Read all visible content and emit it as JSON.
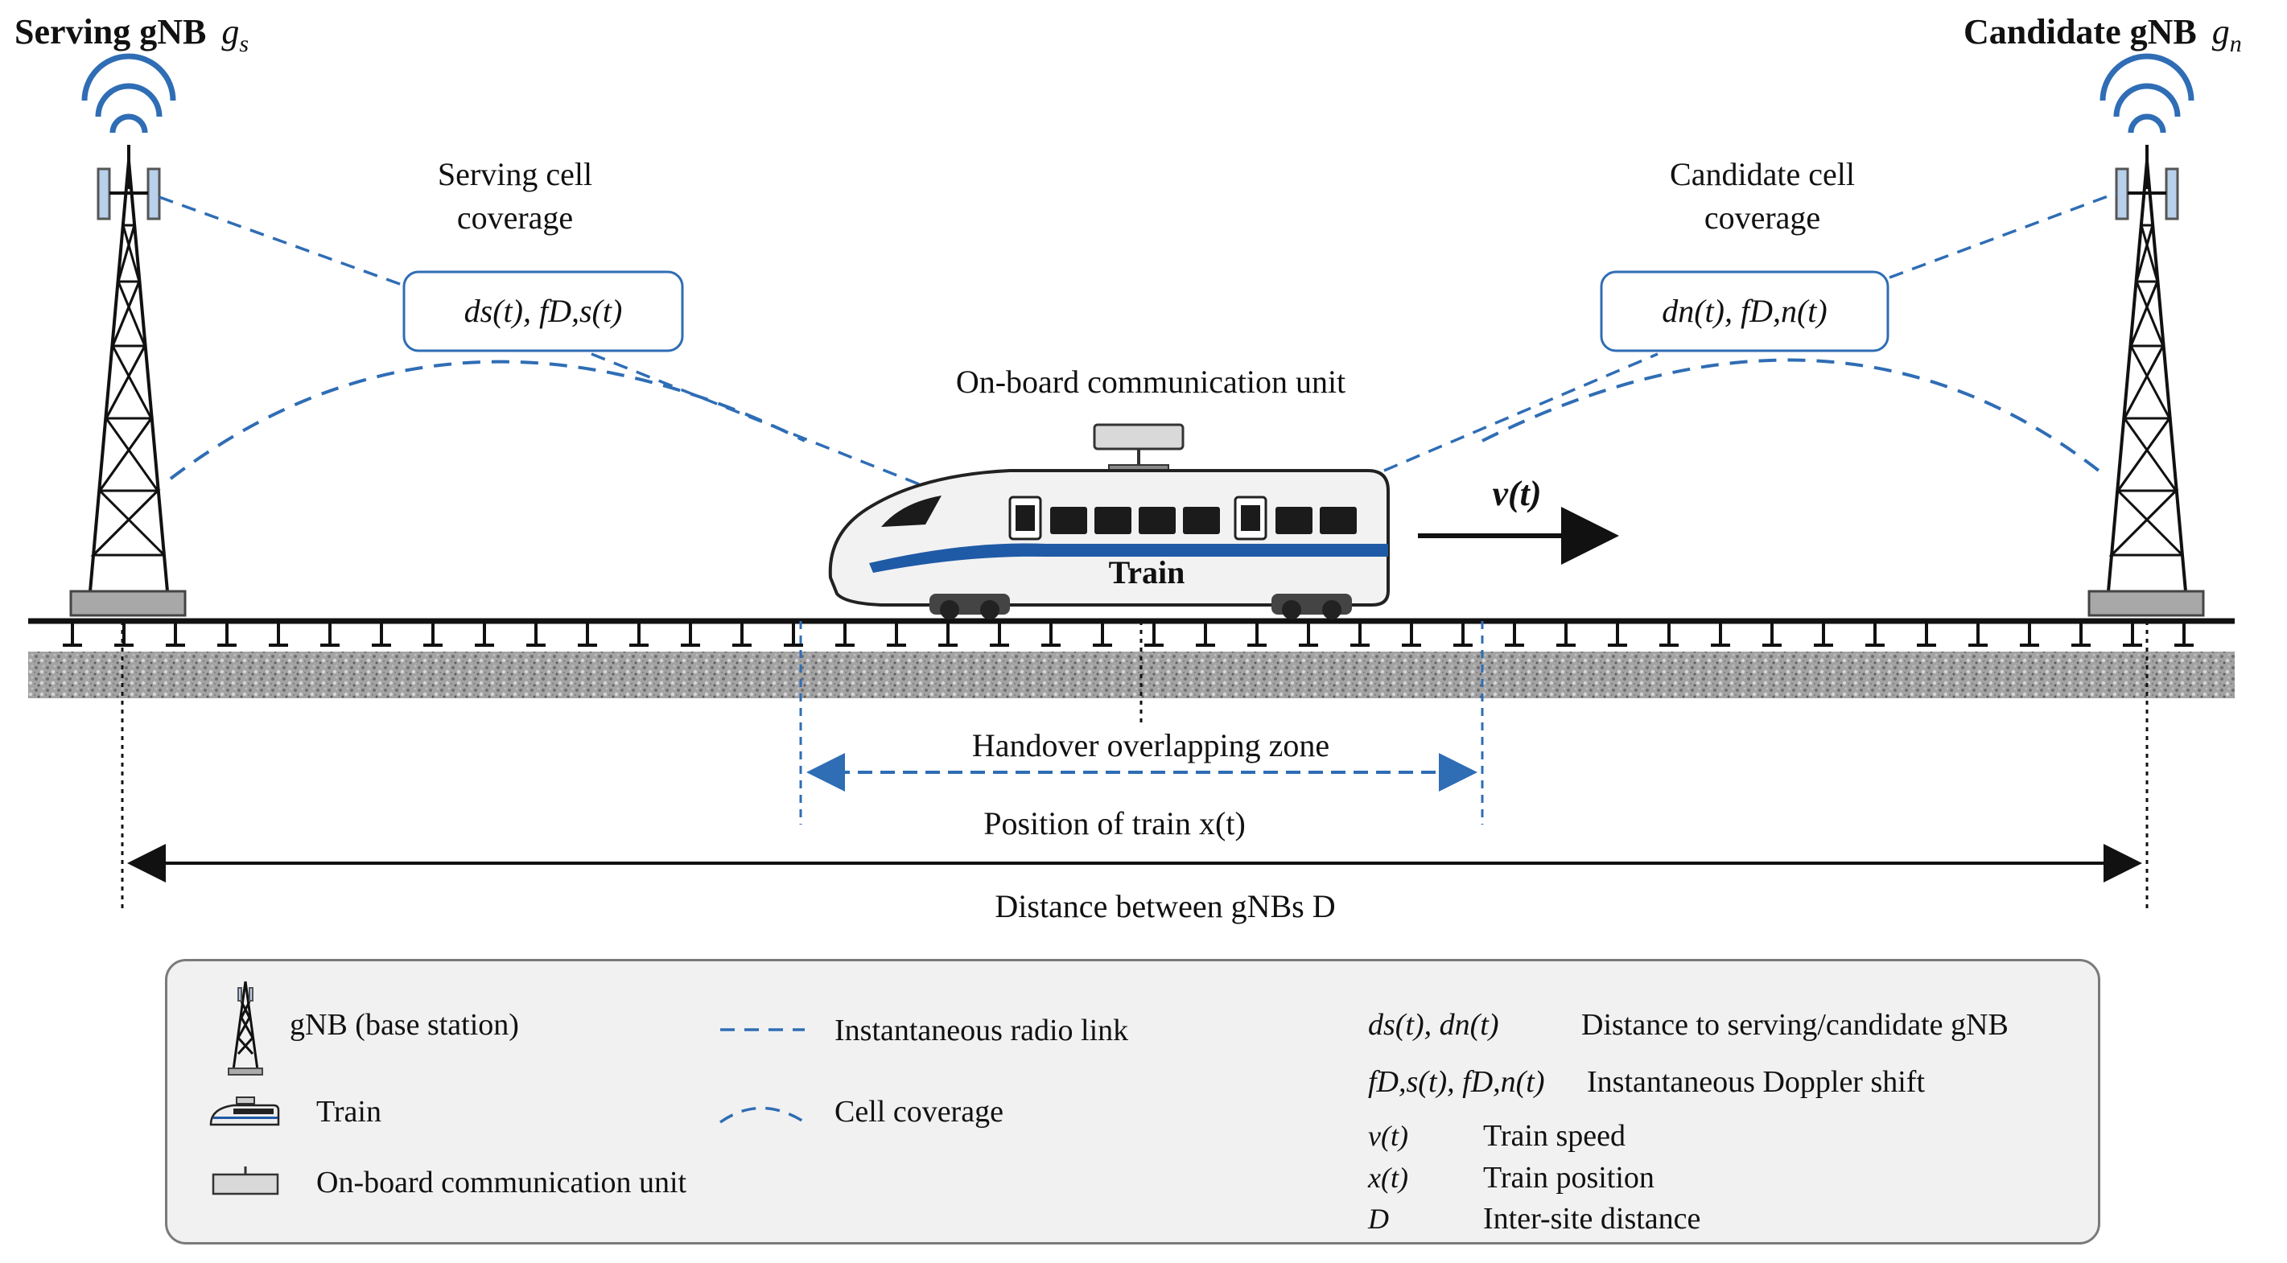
{
  "labels": {
    "serving_gnb": "Serving gNB",
    "serving_gnb_sym": "g",
    "serving_gnb_sub": "s",
    "candidate_gnb": "Candidate gNB",
    "candidate_gnb_sym": "g",
    "candidate_gnb_sub": "n",
    "serving_cell_line1": "Serving cell",
    "serving_cell_line2": "coverage",
    "candidate_cell_line1": "Candidate cell",
    "candidate_cell_line2": "coverage",
    "serving_box": "ds(t), fD,s(t)",
    "candidate_box": "dn(t), fD,n(t)",
    "onboard_unit": "On-board communication unit",
    "train": "Train",
    "velocity": "v(t)",
    "handover_zone": "Handover overlapping zone",
    "train_position": "Position of train x(t)",
    "distance_between": "Distance between gNBs D"
  },
  "legend": {
    "gnb": "gNB (base station)",
    "train": "Train",
    "onboard": "On-board communication unit",
    "radio_link": "Instantaneous radio link",
    "cell_coverage": "Cell coverage",
    "sym_distance": "ds(t), dn(t)",
    "desc_distance": "Distance to serving/candidate gNB",
    "sym_doppler": "fD,s(t), fD,n(t)",
    "desc_doppler": "Instantaneous Doppler shift",
    "sym_speed": "v(t)",
    "desc_speed": "Train speed",
    "sym_position": "x(t)",
    "desc_position": "Train position",
    "sym_D": "D",
    "desc_D": "Inter-site distance"
  },
  "colors": {
    "link_blue": "#2f6db5",
    "train_stripe": "#1f5aa6",
    "legend_bg": "#f1f1f1"
  }
}
